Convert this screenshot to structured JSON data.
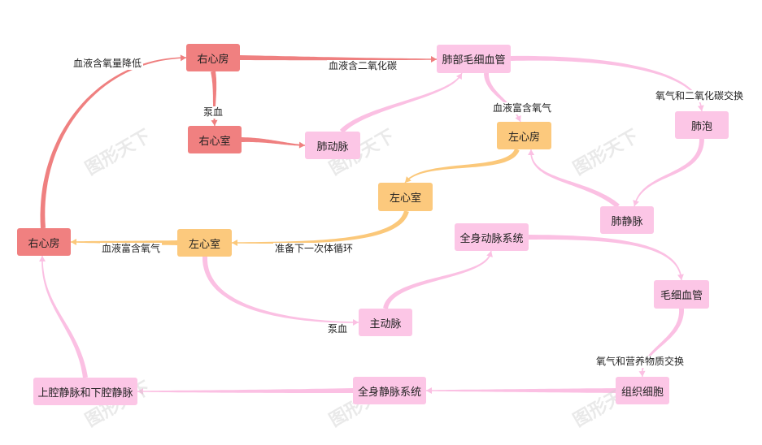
{
  "watermark": "图形天下",
  "colors": {
    "red": "#f08080",
    "orange": "#fcc97d",
    "pink": "#fcc6e6",
    "red_edge": "#ef8080",
    "orange_edge": "#fbc87a",
    "pink_edge": "#fbc0e3"
  },
  "nodes": {
    "ra_top": "右心房",
    "rv": "右心室",
    "pa": "肺动脉",
    "pcap": "肺部毛细血管",
    "la": "左心房",
    "alveoli": "肺泡",
    "lv_mid": "左心室",
    "pv": "肺静脉",
    "ra_left": "右心房",
    "lv_left": "左心室",
    "sys_art": "全身动脉系统",
    "capillary": "毛细血管",
    "aorta": "主动脉",
    "vena_cava": "上腔静脉和下腔静脉",
    "sys_vein": "全身静脉系统",
    "tissue": "组织细胞"
  },
  "edge_labels": {
    "o2_low": "血液含氧量降低",
    "co2": "血液含二氧化碳",
    "pump1": "泵血",
    "o2_rich_top": "血液富含氧气",
    "gas_exchange": "氧气和二氧化碳交换",
    "o2_rich_left": "血液富含氧气",
    "next_cycle": "准备下一次体循环",
    "pump2": "泵血",
    "nutrient_exchange": "氧气和营养物质交换"
  }
}
